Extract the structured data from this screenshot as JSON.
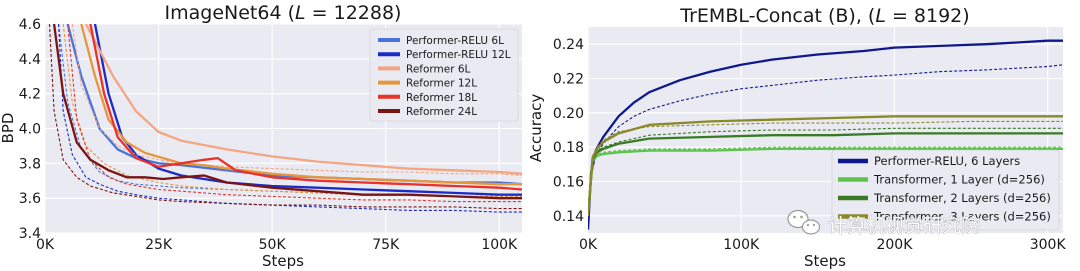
{
  "chart_data": [
    {
      "type": "line",
      "title": "ImageNet64 (",
      "title_italic": "L",
      "title_rest": " = 12288)",
      "xlabel": "Steps",
      "ylabel": "BPD",
      "xlim": [
        0,
        105000
      ],
      "ylim": [
        3.4,
        4.6
      ],
      "grid": true,
      "background": "#eaeaf2",
      "legend_position": "top-right",
      "xticks": [
        0,
        25000,
        50000,
        75000,
        100000
      ],
      "xtick_labels": [
        "0K",
        "25K",
        "50K",
        "75K",
        "100K"
      ],
      "yticks": [
        3.4,
        3.6,
        3.8,
        4.0,
        4.2,
        4.4,
        4.6
      ],
      "ytick_labels": [
        "3.4",
        "3.6",
        "3.8",
        "4.0",
        "4.2",
        "4.4",
        "4.6"
      ],
      "series": [
        {
          "name": "Performer-RELU 6L",
          "color": "#4a74d9",
          "x": [
            5000,
            8000,
            12000,
            16000,
            20000,
            25000,
            30000,
            40000,
            50000,
            60000,
            70000,
            80000,
            90000,
            100000,
            105000
          ],
          "y": [
            4.6,
            4.3,
            4.0,
            3.88,
            3.83,
            3.8,
            3.79,
            3.76,
            3.73,
            3.72,
            3.71,
            3.7,
            3.69,
            3.69,
            3.68
          ],
          "dashed": {
            "x": [
              3000,
              5000,
              8000,
              12000,
              16000,
              20000,
              25000,
              30000,
              40000,
              50000,
              60000,
              70000,
              80000,
              90000,
              100000,
              105000
            ],
            "y": [
              4.6,
              4.15,
              3.88,
              3.75,
              3.7,
              3.68,
              3.67,
              3.66,
              3.65,
              3.64,
              3.63,
              3.62,
              3.62,
              3.61,
              3.61,
              3.61
            ]
          }
        },
        {
          "name": "Performer-RELU 12L",
          "color": "#1a2bc8",
          "x": [
            11000,
            14000,
            17000,
            20000,
            25000,
            30000,
            40000,
            50000,
            60000,
            70000,
            80000,
            90000,
            100000,
            105000
          ],
          "y": [
            4.6,
            4.2,
            3.95,
            3.85,
            3.77,
            3.73,
            3.69,
            3.67,
            3.66,
            3.65,
            3.64,
            3.63,
            3.62,
            3.62
          ],
          "dashed": {
            "x": [
              3000,
              4000,
              6000,
              9000,
              12000,
              16000,
              20000,
              25000,
              30000,
              40000,
              50000,
              60000,
              70000,
              80000,
              90000,
              100000,
              105000
            ],
            "y": [
              4.6,
              4.1,
              3.85,
              3.72,
              3.68,
              3.64,
              3.62,
              3.6,
              3.59,
              3.57,
              3.56,
              3.55,
              3.54,
              3.53,
              3.53,
              3.52,
              3.52
            ]
          }
        },
        {
          "name": "Reformer 6L",
          "color": "#f4a582",
          "x": [
            9000,
            12000,
            15000,
            20000,
            25000,
            30000,
            40000,
            50000,
            60000,
            70000,
            80000,
            90000,
            100000,
            105000
          ],
          "y": [
            4.6,
            4.45,
            4.3,
            4.1,
            3.98,
            3.93,
            3.88,
            3.84,
            3.81,
            3.79,
            3.77,
            3.76,
            3.75,
            3.74
          ],
          "dashed": {
            "x": [
              6000,
              8000,
              12000,
              16000,
              20000,
              25000,
              30000,
              40000,
              50000,
              60000,
              70000,
              80000,
              90000,
              100000,
              105000
            ],
            "y": [
              4.6,
              4.25,
              4.0,
              3.9,
              3.85,
              3.82,
              3.8,
              3.78,
              3.77,
              3.76,
              3.75,
              3.75,
              3.74,
              3.74,
              3.73
            ]
          }
        },
        {
          "name": "Reformer 12L",
          "color": "#e8963c",
          "x": [
            8000,
            11000,
            14000,
            18000,
            22000,
            26000,
            30000,
            35000,
            40000,
            50000,
            60000,
            70000,
            80000,
            90000,
            100000,
            105000
          ],
          "y": [
            4.6,
            4.3,
            4.05,
            3.92,
            3.86,
            3.83,
            3.8,
            3.79,
            3.77,
            3.74,
            3.72,
            3.71,
            3.7,
            3.69,
            3.68,
            3.68
          ],
          "dashed": {
            "x": [
              4000,
              6000,
              9000,
              13000,
              18000,
              25000,
              30000,
              40000,
              50000,
              60000,
              70000,
              80000,
              90000,
              100000,
              105000
            ],
            "y": [
              4.6,
              4.15,
              3.9,
              3.8,
              3.73,
              3.69,
              3.67,
              3.65,
              3.64,
              3.63,
              3.62,
              3.62,
              3.61,
              3.61,
              3.61
            ]
          }
        },
        {
          "name": "Reformer 18L",
          "color": "#e8322a",
          "x": [
            10000,
            13000,
            16000,
            20000,
            25000,
            30000,
            35000,
            38000,
            42000,
            50000,
            60000,
            70000,
            80000,
            90000,
            100000,
            105000
          ],
          "y": [
            4.6,
            4.2,
            3.95,
            3.83,
            3.78,
            3.8,
            3.82,
            3.83,
            3.76,
            3.72,
            3.7,
            3.69,
            3.68,
            3.67,
            3.66,
            3.65
          ],
          "dashed": {
            "x": [
              5000,
              7000,
              10000,
              14000,
              18000,
              25000,
              30000,
              40000,
              50000,
              60000,
              70000,
              80000,
              90000,
              100000,
              105000
            ],
            "y": [
              4.6,
              4.05,
              3.82,
              3.72,
              3.68,
              3.65,
              3.64,
              3.62,
              3.61,
              3.6,
              3.59,
              3.59,
              3.58,
              3.58,
              3.58
            ]
          }
        },
        {
          "name": "Reformer 24L",
          "color": "#7a1414",
          "x": [
            2000,
            4000,
            7000,
            10000,
            14000,
            18000,
            22000,
            26000,
            30000,
            35000,
            40000,
            50000,
            60000,
            70000,
            80000,
            90000,
            100000,
            105000
          ],
          "y": [
            4.6,
            4.2,
            3.92,
            3.82,
            3.76,
            3.72,
            3.72,
            3.71,
            3.72,
            3.73,
            3.69,
            3.66,
            3.64,
            3.62,
            3.62,
            3.61,
            3.6,
            3.6
          ],
          "dashed": {
            "x": [
              1000,
              2000,
              4000,
              7000,
              10000,
              15000,
              20000,
              25000,
              30000,
              40000,
              50000,
              60000,
              70000,
              80000,
              90000,
              100000,
              105000
            ],
            "y": [
              4.6,
              4.1,
              3.82,
              3.72,
              3.67,
              3.63,
              3.61,
              3.59,
              3.58,
              3.57,
              3.56,
              3.56,
              3.55,
              3.55,
              3.55,
              3.54,
              3.54
            ]
          }
        }
      ]
    },
    {
      "type": "line",
      "title": "TrEMBL-Concat (B), (",
      "title_italic": "L",
      "title_rest": " = 8192)",
      "xlabel": "Steps",
      "ylabel": "Accuracy",
      "xlim": [
        0,
        310000
      ],
      "ylim": [
        0.13,
        0.25
      ],
      "grid": true,
      "background": "#eaeaf2",
      "legend_position": "lower-right",
      "xticks": [
        0,
        100000,
        200000,
        300000
      ],
      "xtick_labels": [
        "0K",
        "100K",
        "200K",
        "300K"
      ],
      "yticks": [
        0.14,
        0.16,
        0.18,
        0.2,
        0.22,
        0.24
      ],
      "ytick_labels": [
        "0.14",
        "0.16",
        "0.18",
        "0.20",
        "0.22",
        "0.24"
      ],
      "series": [
        {
          "name": "Performer-RELU, 6 Layers",
          "color": "#10198c",
          "x": [
            0,
            2000,
            5000,
            10000,
            20000,
            30000,
            40000,
            60000,
            80000,
            100000,
            120000,
            150000,
            180000,
            200000,
            230000,
            260000,
            280000,
            300000,
            310000
          ],
          "y": [
            0.132,
            0.165,
            0.178,
            0.186,
            0.198,
            0.206,
            0.212,
            0.219,
            0.224,
            0.228,
            0.231,
            0.234,
            0.236,
            0.238,
            0.239,
            0.24,
            0.241,
            0.242,
            0.242
          ],
          "dashed": {
            "x": [
              0,
              2000,
              5000,
              10000,
              20000,
              30000,
              40000,
              60000,
              80000,
              100000,
              120000,
              150000,
              180000,
              200000,
              230000,
              260000,
              280000,
              300000,
              310000
            ],
            "y": [
              0.132,
              0.163,
              0.175,
              0.182,
              0.192,
              0.198,
              0.202,
              0.207,
              0.211,
              0.214,
              0.216,
              0.219,
              0.221,
              0.222,
              0.224,
              0.225,
              0.226,
              0.227,
              0.228
            ]
          }
        },
        {
          "name": "Transformer, 1 Layer (d=256)",
          "color": "#5ec24f",
          "x": [
            0,
            3000,
            6000,
            10000,
            20000,
            40000,
            80000,
            120000,
            160000,
            200000,
            250000,
            310000
          ],
          "y": [
            0.14,
            0.172,
            0.175,
            0.176,
            0.177,
            0.178,
            0.178,
            0.179,
            0.179,
            0.179,
            0.179,
            0.179
          ],
          "dashed": {
            "x": [
              0,
              3000,
              6000,
              10000,
              20000,
              40000,
              80000,
              120000,
              160000,
              200000,
              250000,
              310000
            ],
            "y": [
              0.14,
              0.173,
              0.176,
              0.177,
              0.178,
              0.179,
              0.179,
              0.18,
              0.18,
              0.18,
              0.18,
              0.18
            ]
          }
        },
        {
          "name": "Transformer, 2 Layers (d=256)",
          "color": "#3a7a27",
          "x": [
            0,
            3000,
            6000,
            10000,
            20000,
            40000,
            80000,
            120000,
            160000,
            200000,
            250000,
            310000
          ],
          "y": [
            0.14,
            0.173,
            0.177,
            0.179,
            0.182,
            0.185,
            0.186,
            0.187,
            0.187,
            0.188,
            0.188,
            0.188
          ],
          "dashed": {
            "x": [
              0,
              3000,
              6000,
              10000,
              20000,
              40000,
              80000,
              120000,
              160000,
              200000,
              250000,
              310000
            ],
            "y": [
              0.14,
              0.174,
              0.178,
              0.18,
              0.183,
              0.187,
              0.189,
              0.19,
              0.19,
              0.191,
              0.191,
              0.191
            ]
          }
        },
        {
          "name": "Transformer, 3 Layers (d=256)",
          "color": "#8b8a2a",
          "x": [
            0,
            3000,
            6000,
            10000,
            20000,
            40000,
            80000,
            120000,
            160000,
            200000,
            250000,
            310000
          ],
          "y": [
            0.14,
            0.174,
            0.179,
            0.183,
            0.188,
            0.193,
            0.195,
            0.196,
            0.197,
            0.198,
            0.198,
            0.198
          ],
          "dashed": {
            "x": [
              0,
              3000,
              6000,
              10000,
              20000,
              40000,
              80000,
              120000,
              160000,
              200000,
              250000,
              310000
            ],
            "y": [
              0.14,
              0.175,
              0.18,
              0.184,
              0.189,
              0.192,
              0.193,
              0.194,
              0.194,
              0.194,
              0.195,
              0.195
            ]
          }
        }
      ]
    }
  ],
  "watermark": {
    "text": "计算机视觉研究院",
    "icon": "wechat-icon"
  }
}
